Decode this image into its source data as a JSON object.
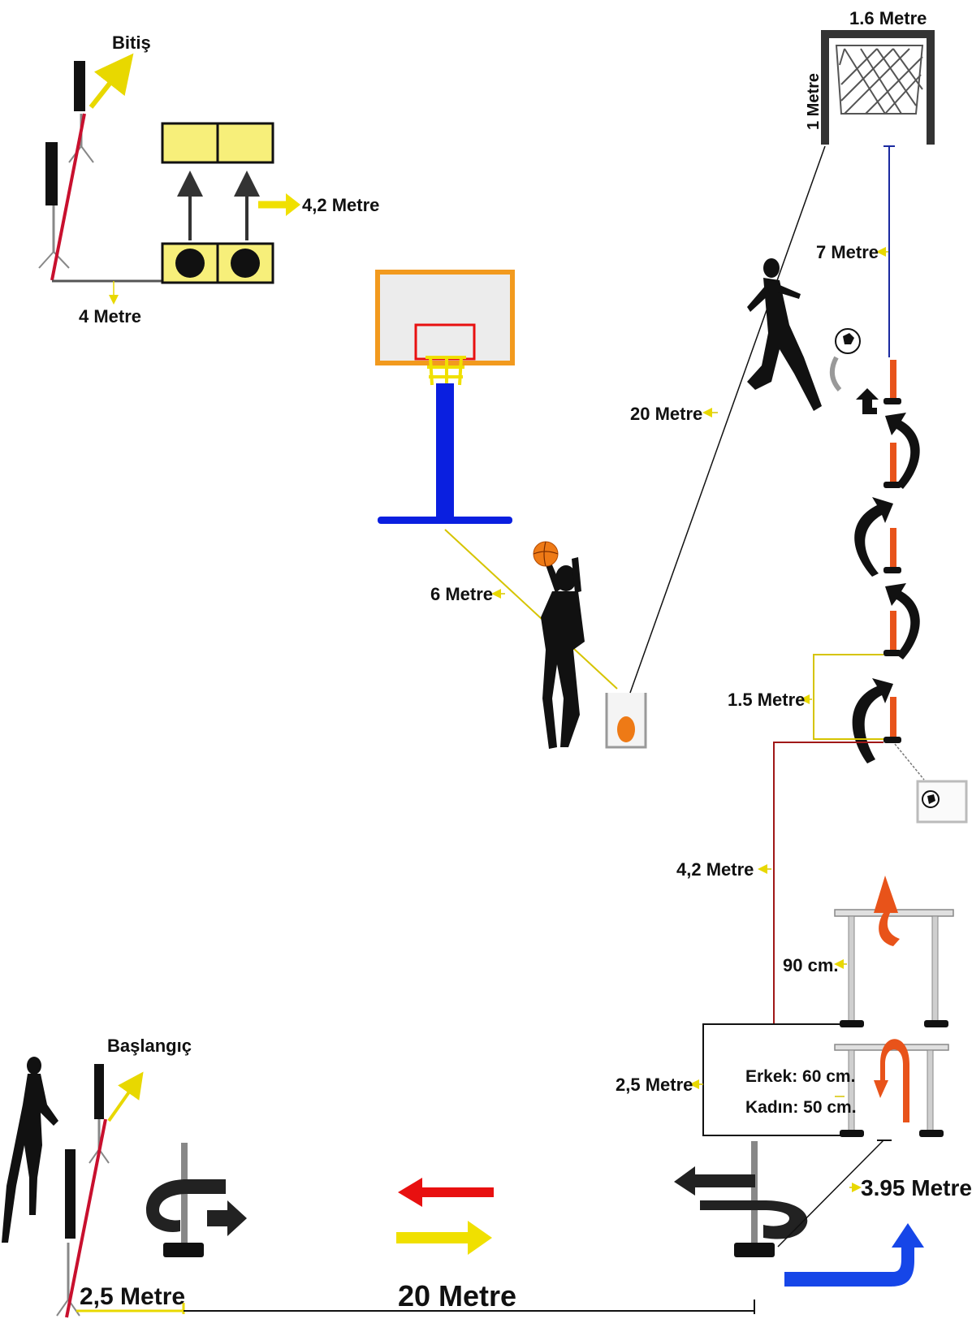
{
  "labels": {
    "finish": "Bitiş",
    "start": "Başlangıç",
    "box_distance": "4,2 Metre",
    "line_4m": "4 Metre",
    "goal_width": "1.6 Metre",
    "goal_height": "1 Metre",
    "goal_distance": "7 Metre",
    "run_20m": "20 Metre",
    "basket_distance": "6 Metre",
    "slalom_gap": "1.5 Metre",
    "hurdle_to_slalom": "4,2 Metre",
    "hurdle_height": "90 cm.",
    "hurdle_box_width": "2,5 Metre",
    "male_height": "Erkek: 60 cm.",
    "female_height": "Kadın: 50 cm.",
    "turn_distance": "3.95 Metre",
    "start_distance": "2,5 Metre",
    "course_length": "20 Metre"
  },
  "colors": {
    "yellow_box": "#f7ef7a",
    "orange_frame": "#f29a1e",
    "blue_pole": "#0a1fe0",
    "red_line": "#c8102e",
    "orange_cone": "#e8531a",
    "blue_arrow": "#1646e8",
    "dark_red_line": "#a01818",
    "navy_line": "#1a2aa0"
  },
  "icons": [
    "runner-icon",
    "basketball-player-icon",
    "soccer-player-icon",
    "soccer-ball-icon",
    "basketball-icon",
    "goal-net-icon"
  ]
}
